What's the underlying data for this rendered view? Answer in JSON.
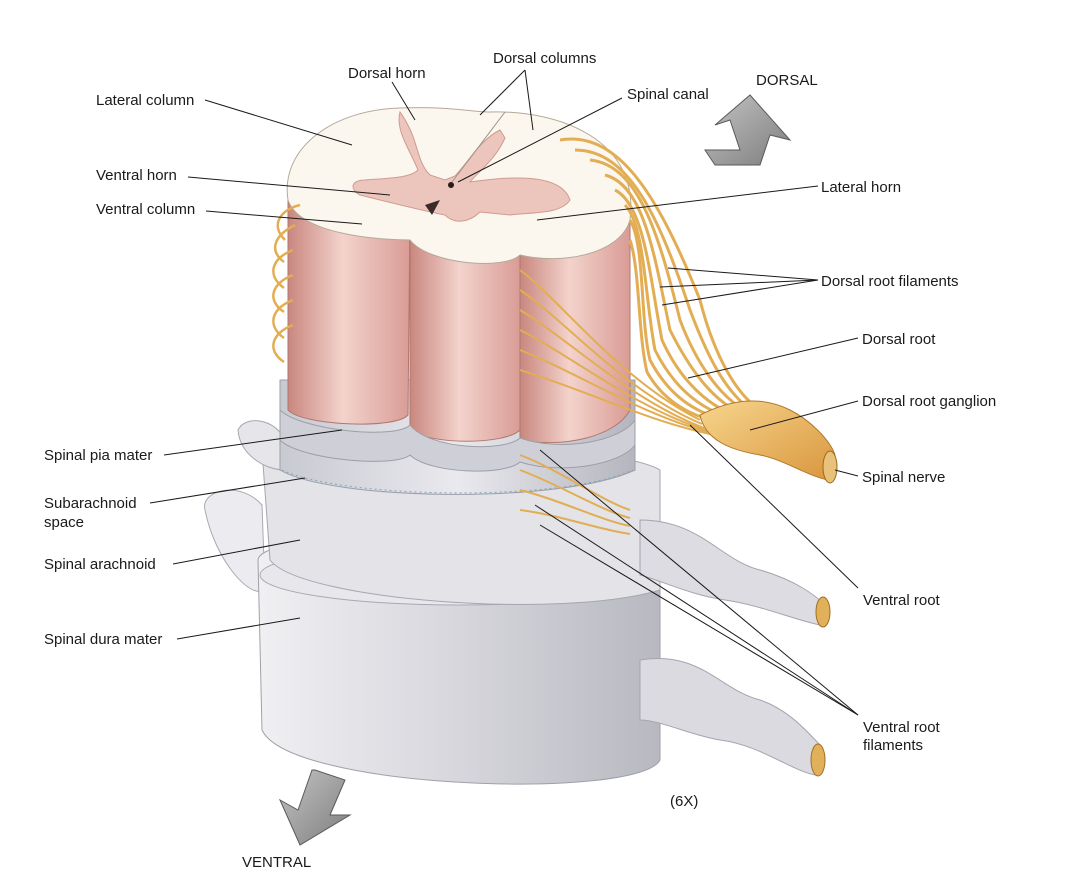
{
  "labels": {
    "dorsal_horn": "Dorsal horn",
    "dorsal_columns": "Dorsal columns",
    "spinal_canal": "Spinal canal",
    "lateral_column": "Lateral column",
    "ventral_horn": "Ventral horn",
    "ventral_column": "Ventral column",
    "lateral_horn": "Lateral horn",
    "dorsal_root_filaments": "Dorsal root filaments",
    "dorsal_root": "Dorsal root",
    "dorsal_root_ganglion": "Dorsal root ganglion",
    "spinal_nerve": "Spinal nerve",
    "spinal_pia_mater": "Spinal pia mater",
    "subarachnoid_space_line1": "Subarachnoid",
    "subarachnoid_space_line2": "space",
    "spinal_arachnoid": "Spinal arachnoid",
    "spinal_dura_mater": "Spinal dura mater",
    "ventral_root": "Ventral root",
    "ventral_root_filaments_line1": "Ventral root",
    "ventral_root_filaments_line2": "filaments",
    "magnification": "(6X)"
  },
  "orientation": {
    "dorsal": "DORSAL",
    "ventral": "VENTRAL"
  },
  "colors": {
    "white_matter": "#fbf7ef",
    "gray_matter": "#ecc6bd",
    "column_pink": "#e4b0ab",
    "membrane_gray": "#d9d9df",
    "nerve_yellow": "#e8b65a",
    "arrow_gray": "#9a9a9a"
  }
}
